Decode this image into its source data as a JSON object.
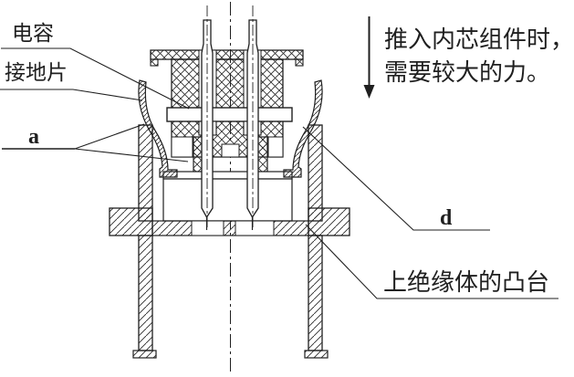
{
  "figure": {
    "kind": "patent-style cross-section technical drawing",
    "background": "#ffffff",
    "line_color": "#1f1f1f",
    "annotations": {
      "capacitor": "电容",
      "grounding_tab": "接地片",
      "ref_a": "a",
      "ref_d": "d",
      "upper_insulator_boss": "上绝缘体的凸台",
      "force_note_line1": "推入内芯组件时，",
      "force_note_line2": "需要较大的力。"
    },
    "icons": {
      "down_arrow": "↓"
    }
  }
}
